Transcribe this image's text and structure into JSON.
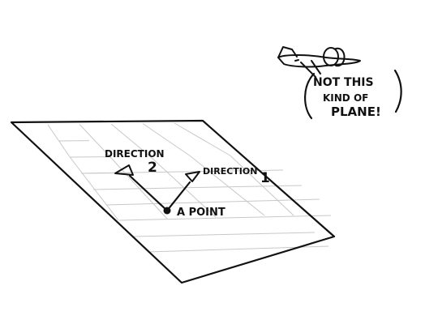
{
  "diagram": {
    "labels": {
      "direction_1_word": "DIRECTION",
      "direction_1_num": "1",
      "direction_2_word": "DIRECTION",
      "direction_2_num": "2",
      "point": "A POINT"
    },
    "note": {
      "line1": "NOT THIS",
      "line2": "KIND OF",
      "line3": "PLANE!"
    }
  },
  "colors": {
    "ink": "#111111",
    "grid": "#c8c8c8",
    "background": "#ffffff"
  }
}
